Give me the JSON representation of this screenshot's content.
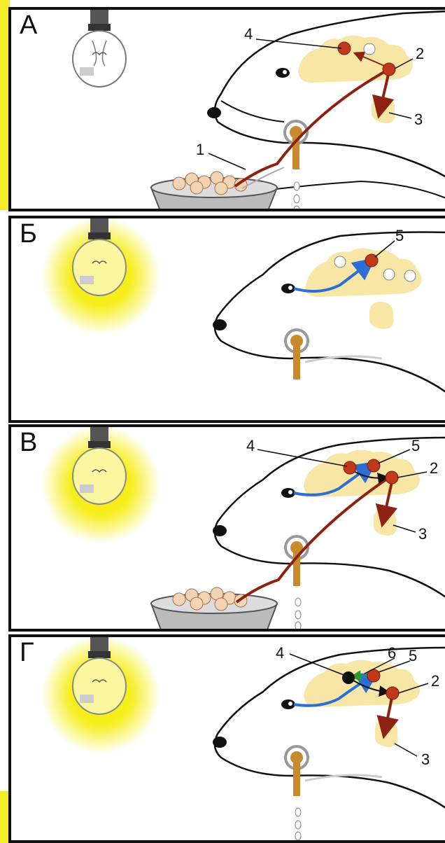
{
  "panels": [
    {
      "letter": "А",
      "numbers": [
        "1",
        "2",
        "3",
        "4"
      ]
    },
    {
      "letter": "Б",
      "numbers": [
        "5"
      ]
    },
    {
      "letter": "В",
      "numbers": [
        "2",
        "3",
        "4",
        "5"
      ]
    },
    {
      "letter": "Г",
      "numbers": [
        "2",
        "3",
        "4",
        "5",
        "6"
      ]
    }
  ],
  "colors": {
    "brain": "#f7e6a6",
    "neuron": "#c0391b",
    "nerve_red": "#8e2212",
    "light_signal": "#2b6fd6",
    "lamp_glow": "#f6ee1c",
    "fistula": "#c98a2e",
    "left_strip": "#f4ee2a"
  }
}
